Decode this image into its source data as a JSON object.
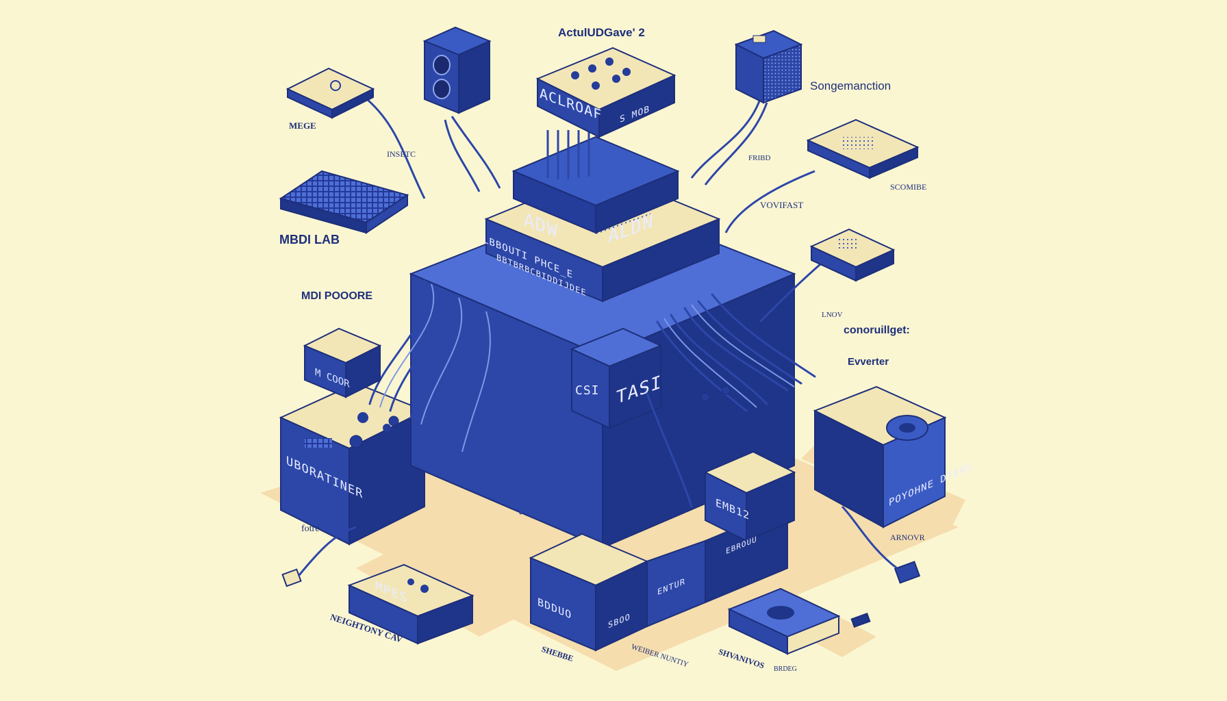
{
  "colors": {
    "background": "#fbf6d2",
    "ink": "#1d2f7a",
    "box_dark": "#243c9a",
    "box_mid": "#3b5bc4",
    "box_light": "#6d8ee0",
    "cream": "#f3e6b6",
    "shadow": "#f4d7a4"
  },
  "labels": {
    "top_title": "ActulUDGave' 2",
    "mixer_front": "ACLROAF",
    "mixer_side": "S MOB",
    "mid_left": "ADW",
    "mid_right": "ALDN",
    "front_line1": "LBBOUTI PHCE_E",
    "front_line2": "BBTBRBCBIDDIJDEE",
    "core_a": "CSI",
    "core_b": "TASI",
    "songemanction": "Songemanction",
    "mege": "MEGE",
    "insetc": "INSETC",
    "fribd": "FRIBD",
    "vovifast": "VOVIFAST",
    "scomibe": "SCOMIBE",
    "mdi_lab": "MBDI LAB",
    "mdi_poore": "MDI POOORE",
    "lnov": "LNOV",
    "controller": "conoruillget:",
    "everter": "Evverter",
    "m_coor": "M COOR",
    "uboratiner": "UBORATINER",
    "poyohme": "POYOHNE DTERS",
    "emb12": "EMB12",
    "fotre": "fotre",
    "arnovr": "ARNOVR",
    "mpes": "MPES",
    "neightony": "NEIGHTONY CAV",
    "bdduo": "BDDUO",
    "shebbe": "SHEBBE",
    "brdeg": "BRDEG",
    "weiber": "WEIBER NUNTIY",
    "shvanos": "SHVANIVOS",
    "ebrouu": "EBROUU",
    "sboo": "SBOO",
    "rack": "ENTUR"
  },
  "icons": [
    "speaker-icon",
    "power-supply-icon",
    "mixer-icon",
    "midi-pad-icon",
    "chip-icon",
    "knob-icon",
    "cable-bundle-icon",
    "connector-icon"
  ]
}
